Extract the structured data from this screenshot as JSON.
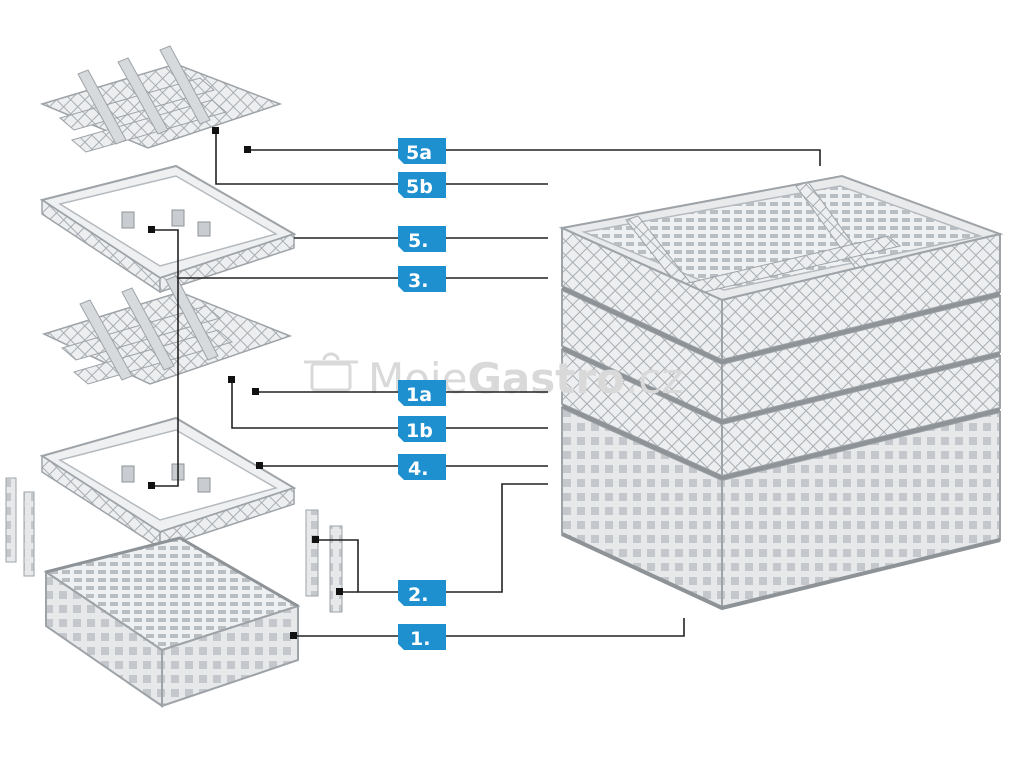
{
  "labels": {
    "l5a": "5a",
    "l5b": "5b",
    "l5": "5.",
    "l3": "3.",
    "l1a": "1a",
    "l1b": "1b",
    "l4": "4.",
    "l2": "2.",
    "l1": "1."
  },
  "watermark": {
    "part1": "Moje",
    "part2": "Gastro",
    "part3": ".cz"
  },
  "colors": {
    "tag_blue": "#1e90d0",
    "line": "#222222",
    "rack_fill": "#e4e6e8",
    "rack_stroke": "#9ea3a8"
  }
}
